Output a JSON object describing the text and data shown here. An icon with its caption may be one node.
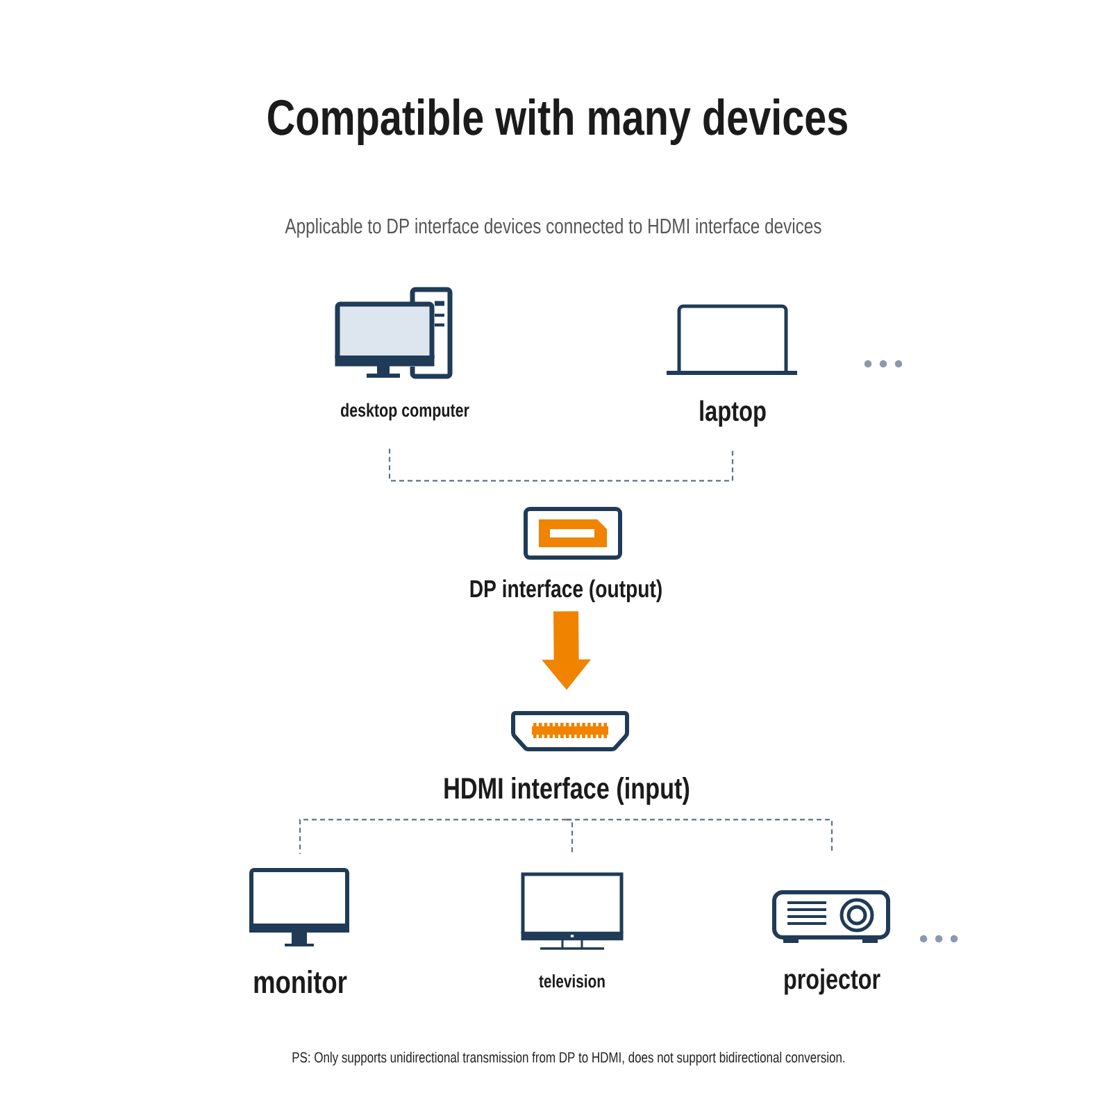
{
  "diagram": {
    "title": "Compatible with many devices",
    "nodes": [
      {
        "text": [
          "desktop computer"
        ]
      },
      {
        "text": [
          "laptop"
        ]
      },
      {
        "text": [
          "DP interface (output)"
        ]
      },
      {
        "text": [
          "HDMI interface (input)"
        ]
      },
      {
        "text": [
          "monitor"
        ]
      },
      {
        "text": [
          "television"
        ]
      },
      {
        "text": [
          "projector"
        ]
      }
    ],
    "edges": [
      {
        "from": 0,
        "to": 1,
        "arrow": "none",
        "style": "dashed"
      },
      {
        "from": 2,
        "to": 3,
        "arrow": "to",
        "style": "thick",
        "color": "#f08300"
      },
      {
        "from": 3,
        "to": 4,
        "arrow": "none",
        "style": "dashed"
      },
      {
        "from": 3,
        "to": 5,
        "arrow": "none",
        "style": "dashed"
      },
      {
        "from": 3,
        "to": 6,
        "arrow": "none",
        "style": "dashed"
      }
    ],
    "labels": [
      "Applicable to DP interface devices connected to HDMI interface devices",
      "PS: Only supports unidirectional transmission from DP to HDMI, does not support bidirectional conversion."
    ]
  }
}
